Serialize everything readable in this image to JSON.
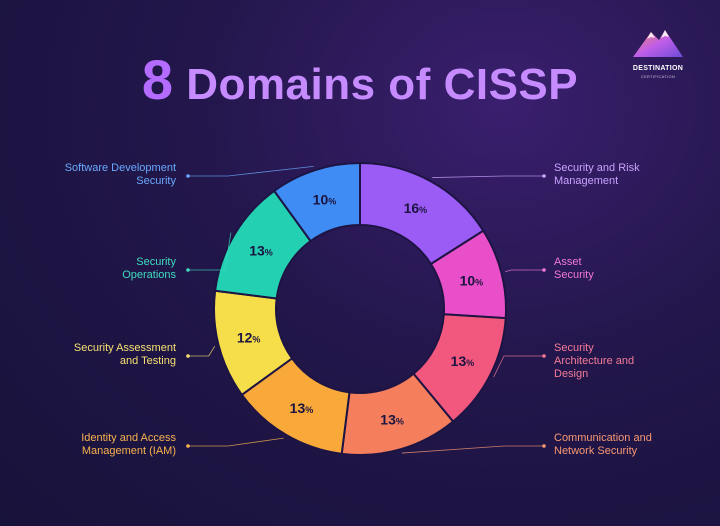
{
  "title": {
    "number": "8",
    "text": "Domains of CISSP"
  },
  "logo": {
    "text": "DESTINATION",
    "subtext": "CERTIFICATION"
  },
  "chart_data": {
    "type": "pie",
    "donut": true,
    "value_suffix": "%",
    "slices": [
      {
        "label_lines": [
          "Security and Risk",
          "Management"
        ],
        "value": 16,
        "color": "#9b5cf6",
        "label_color": "#c9a2ff"
      },
      {
        "label_lines": [
          "Asset",
          "Security"
        ],
        "value": 10,
        "color": "#e94fc8",
        "label_color": "#f07ad6"
      },
      {
        "label_lines": [
          "Security",
          "Architecture and",
          "Design"
        ],
        "value": 13,
        "color": "#f2577e",
        "label_color": "#f57b98"
      },
      {
        "label_lines": [
          "Communication and",
          "Network Security"
        ],
        "value": 13,
        "color": "#f57e5c",
        "label_color": "#f79874"
      },
      {
        "label_lines": [
          "Identity and Access",
          "Management (IAM)"
        ],
        "value": 13,
        "color": "#f8a93a",
        "label_color": "#f8b24e"
      },
      {
        "label_lines": [
          "Security Assessment",
          "and Testing"
        ],
        "value": 12,
        "color": "#f6de4a",
        "label_color": "#f5e070"
      },
      {
        "label_lines": [
          "Security",
          "Operations"
        ],
        "value": 13,
        "color": "#23d1b2",
        "label_color": "#3fdcc0"
      },
      {
        "label_lines": [
          "Software Development",
          "Security"
        ],
        "value": 10,
        "color": "#3f8df4",
        "label_color": "#6aa9ff"
      }
    ]
  }
}
